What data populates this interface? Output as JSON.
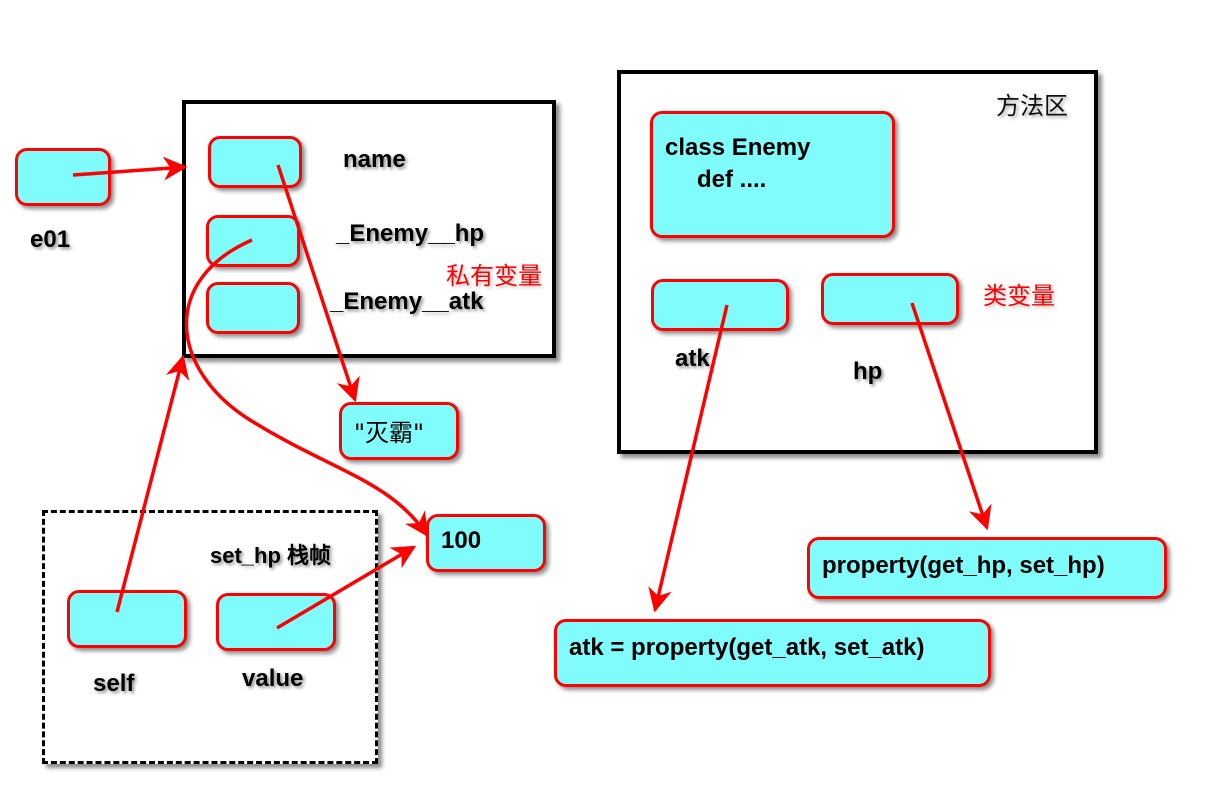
{
  "colors": {
    "cell_fill": "#80fcfc",
    "cell_border": "#ff0000",
    "arrow": "#ff0000",
    "frame": "#000000",
    "annotation": "#ff0000"
  },
  "variables": {
    "e01": "e01"
  },
  "object": {
    "fields": [
      "name",
      "_Enemy__hp",
      "_Enemy__atk"
    ],
    "annotation": "私有变量"
  },
  "values": {
    "name_value": "\"灭霸\"",
    "hp_value": "100"
  },
  "stack_frame": {
    "title": "set_hp 栈帧",
    "locals": [
      "self",
      "value"
    ]
  },
  "method_area": {
    "title": "方法区",
    "class_def": [
      "class Enemy",
      "def ...."
    ],
    "class_vars": [
      "atk",
      "hp"
    ],
    "annotation": "类变量"
  },
  "properties": {
    "hp": "property(get_hp, set_hp)",
    "atk": "atk = property(get_atk, set_atk)"
  }
}
